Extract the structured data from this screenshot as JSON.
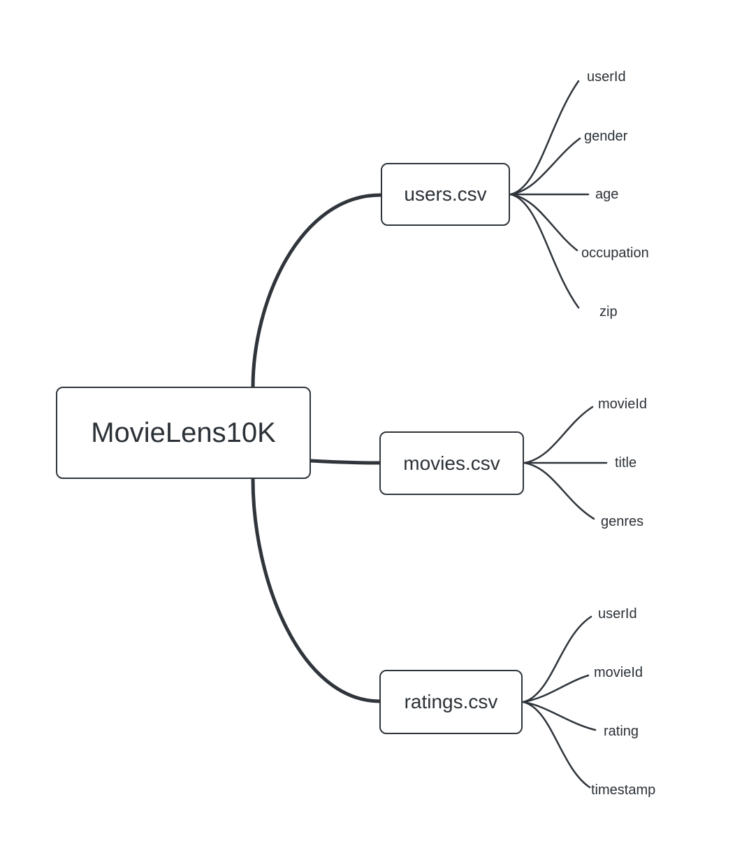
{
  "diagram": {
    "type": "mindmap",
    "colors": {
      "stroke": "#2f353b",
      "text": "#2b3137",
      "background": "#ffffff"
    },
    "root": {
      "label": "MovieLens10K"
    },
    "children": [
      {
        "label": "users.csv",
        "leaves": [
          "userId",
          "gender",
          "age",
          "occupation",
          "zip"
        ]
      },
      {
        "label": "movies.csv",
        "leaves": [
          "movieId",
          "title",
          "genres"
        ]
      },
      {
        "label": "ratings.csv",
        "leaves": [
          "userId",
          "movieId",
          "rating",
          "timestamp"
        ]
      }
    ]
  }
}
